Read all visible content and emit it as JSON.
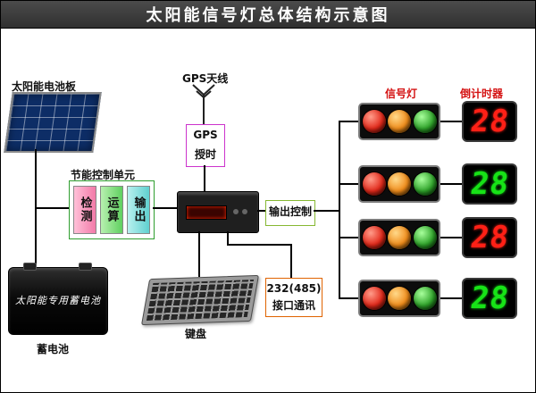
{
  "title": "太阳能信号灯总体结构示意图",
  "solar_panel": {
    "label": "太阳能电池板"
  },
  "control_unit": {
    "label": "节能控制单元",
    "blocks": [
      "检测",
      "运算",
      "输出"
    ]
  },
  "battery": {
    "label": "蓄电池",
    "body_text": "太阳能专用蓄电池"
  },
  "gps": {
    "antenna_label": "GPS天线",
    "box": {
      "line1": "GPS",
      "line2": "授时"
    }
  },
  "output_control": {
    "label": "输出控制"
  },
  "comm": {
    "line1": "232(485)",
    "line2": "接口通讯"
  },
  "keyboard": {
    "label": "键盘"
  },
  "signal_lights": {
    "label": "信号灯",
    "modules": [
      {
        "lamps": [
          "red",
          "yellow",
          "green"
        ]
      },
      {
        "lamps": [
          "red",
          "yellow",
          "green"
        ]
      },
      {
        "lamps": [
          "red",
          "yellow",
          "green"
        ]
      },
      {
        "lamps": [
          "red",
          "yellow",
          "green"
        ]
      }
    ]
  },
  "countdown": {
    "label": "倒计时器",
    "timers": [
      {
        "value": "28",
        "color": "#ff2016"
      },
      {
        "value": "28",
        "color": "#17e317"
      },
      {
        "value": "28",
        "color": "#ff2016"
      },
      {
        "value": "28",
        "color": "#17e317"
      }
    ]
  },
  "colors": {
    "title_bg": "#3b3b3b",
    "label_red": "#d41111",
    "gps_border": "#cc33cc",
    "control_border": "#2f9e2f",
    "output_border": "#86b832",
    "comm_border": "#e06300",
    "lamp_red": "#e2291a",
    "lamp_yellow": "#f08c1a",
    "lamp_green": "#2fa32a",
    "solar_blue": "#0d2d66"
  }
}
